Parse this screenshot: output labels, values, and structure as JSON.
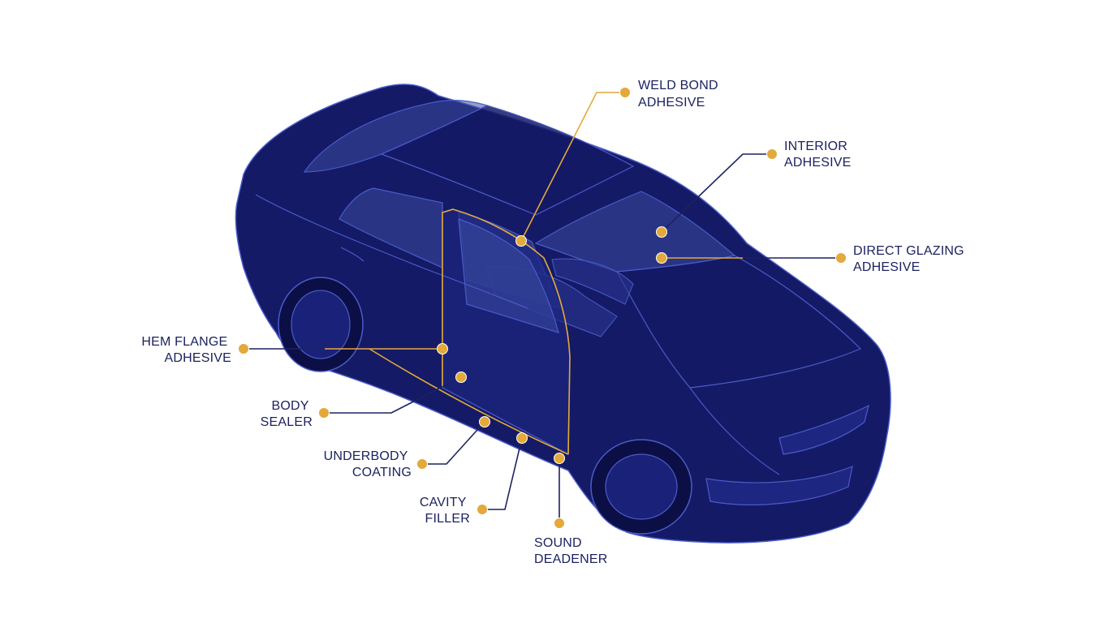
{
  "colors": {
    "background": "#ffffff",
    "car_body": "#141a66",
    "car_outline": "#4a5cc8",
    "glass": "#3a4a9e",
    "accent_marker": "#e3a93a",
    "label_text": "#1c2260",
    "leader_line_dark": "#1c2260"
  },
  "callouts": [
    {
      "id": "weld-bond-adhesive",
      "lines": [
        "WELD BOND",
        "ADHESIVE"
      ]
    },
    {
      "id": "interior-adhesive",
      "lines": [
        "INTERIOR",
        "ADHESIVE"
      ]
    },
    {
      "id": "direct-glazing-adhesive",
      "lines": [
        "DIRECT GLAZING",
        "ADHESIVE"
      ]
    },
    {
      "id": "hem-flange-adhesive",
      "lines": [
        "HEM FLANGE",
        "ADHESIVE"
      ]
    },
    {
      "id": "body-sealer",
      "lines": [
        "BODY",
        "SEALER"
      ]
    },
    {
      "id": "underbody-coating",
      "lines": [
        "UNDERBODY",
        "COATING"
      ]
    },
    {
      "id": "cavity-filler",
      "lines": [
        "CAVITY",
        "FILLER"
      ]
    },
    {
      "id": "sound-deadener",
      "lines": [
        "SOUND",
        "DEADENER"
      ]
    }
  ]
}
